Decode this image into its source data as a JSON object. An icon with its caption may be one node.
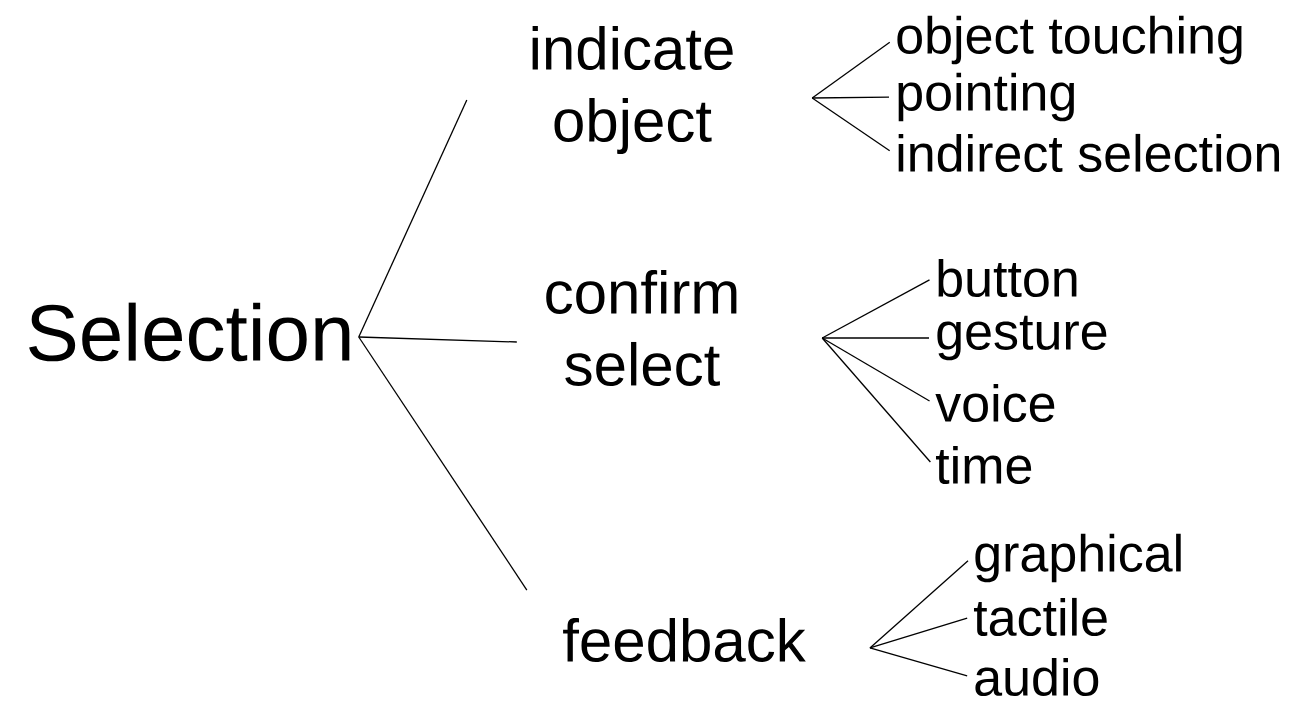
{
  "diagram": {
    "nodes": [
      {
        "text": [
          "Selection"
        ]
      },
      {
        "text": [
          "indicate object"
        ]
      },
      {
        "text": [
          "confirm select"
        ]
      },
      {
        "text": [
          "feedback"
        ]
      },
      {
        "text": [
          "object touching"
        ]
      },
      {
        "text": [
          "pointing"
        ]
      },
      {
        "text": [
          "indirect selection"
        ]
      },
      {
        "text": [
          "button"
        ]
      },
      {
        "text": [
          "gesture"
        ]
      },
      {
        "text": [
          "voice"
        ]
      },
      {
        "text": [
          "time"
        ]
      },
      {
        "text": [
          "graphical"
        ]
      },
      {
        "text": [
          "tactile"
        ]
      },
      {
        "text": [
          "audio"
        ]
      }
    ],
    "edges": [
      {
        "from": 0,
        "to": 1,
        "arrow": "none"
      },
      {
        "from": 0,
        "to": 2,
        "arrow": "none"
      },
      {
        "from": 0,
        "to": 3,
        "arrow": "none"
      },
      {
        "from": 1,
        "to": 4,
        "arrow": "none"
      },
      {
        "from": 1,
        "to": 5,
        "arrow": "none"
      },
      {
        "from": 1,
        "to": 6,
        "arrow": "none"
      },
      {
        "from": 2,
        "to": 7,
        "arrow": "none"
      },
      {
        "from": 2,
        "to": 8,
        "arrow": "none"
      },
      {
        "from": 2,
        "to": 9,
        "arrow": "none"
      },
      {
        "from": 2,
        "to": 10,
        "arrow": "none"
      },
      {
        "from": 3,
        "to": 11,
        "arrow": "none"
      },
      {
        "from": 3,
        "to": 12,
        "arrow": "none"
      },
      {
        "from": 3,
        "to": 13,
        "arrow": "none"
      }
    ]
  }
}
